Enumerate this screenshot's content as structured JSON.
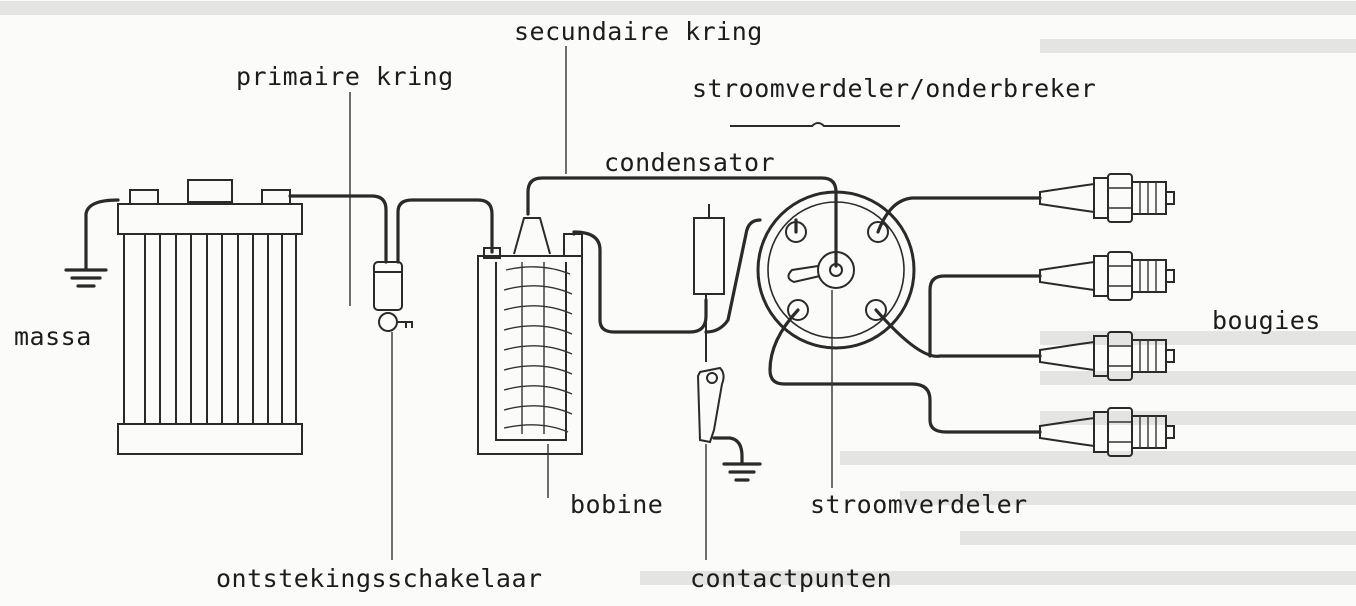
{
  "labels": {
    "primary_circuit": "primaire kring",
    "secondary_circuit": "secundaire kring",
    "distributor_breaker": "stroomverdeler/onderbreker",
    "condenser": "condensator",
    "ground": "massa",
    "spark_plugs": "bougies",
    "coil": "bobine",
    "distributor": "stroomverdeler",
    "ignition_switch": "ontstekingsschakelaar",
    "contact_points": "contactpunten"
  },
  "components": [
    "battery",
    "ignition-switch",
    "coil",
    "condenser",
    "contact-breaker",
    "distributor-cap",
    "rotor",
    "spark-plug",
    "spark-plug",
    "spark-plug",
    "spark-plug"
  ],
  "colors": {
    "ink": "#2a2a2a",
    "paper": "#fbfbfa"
  }
}
